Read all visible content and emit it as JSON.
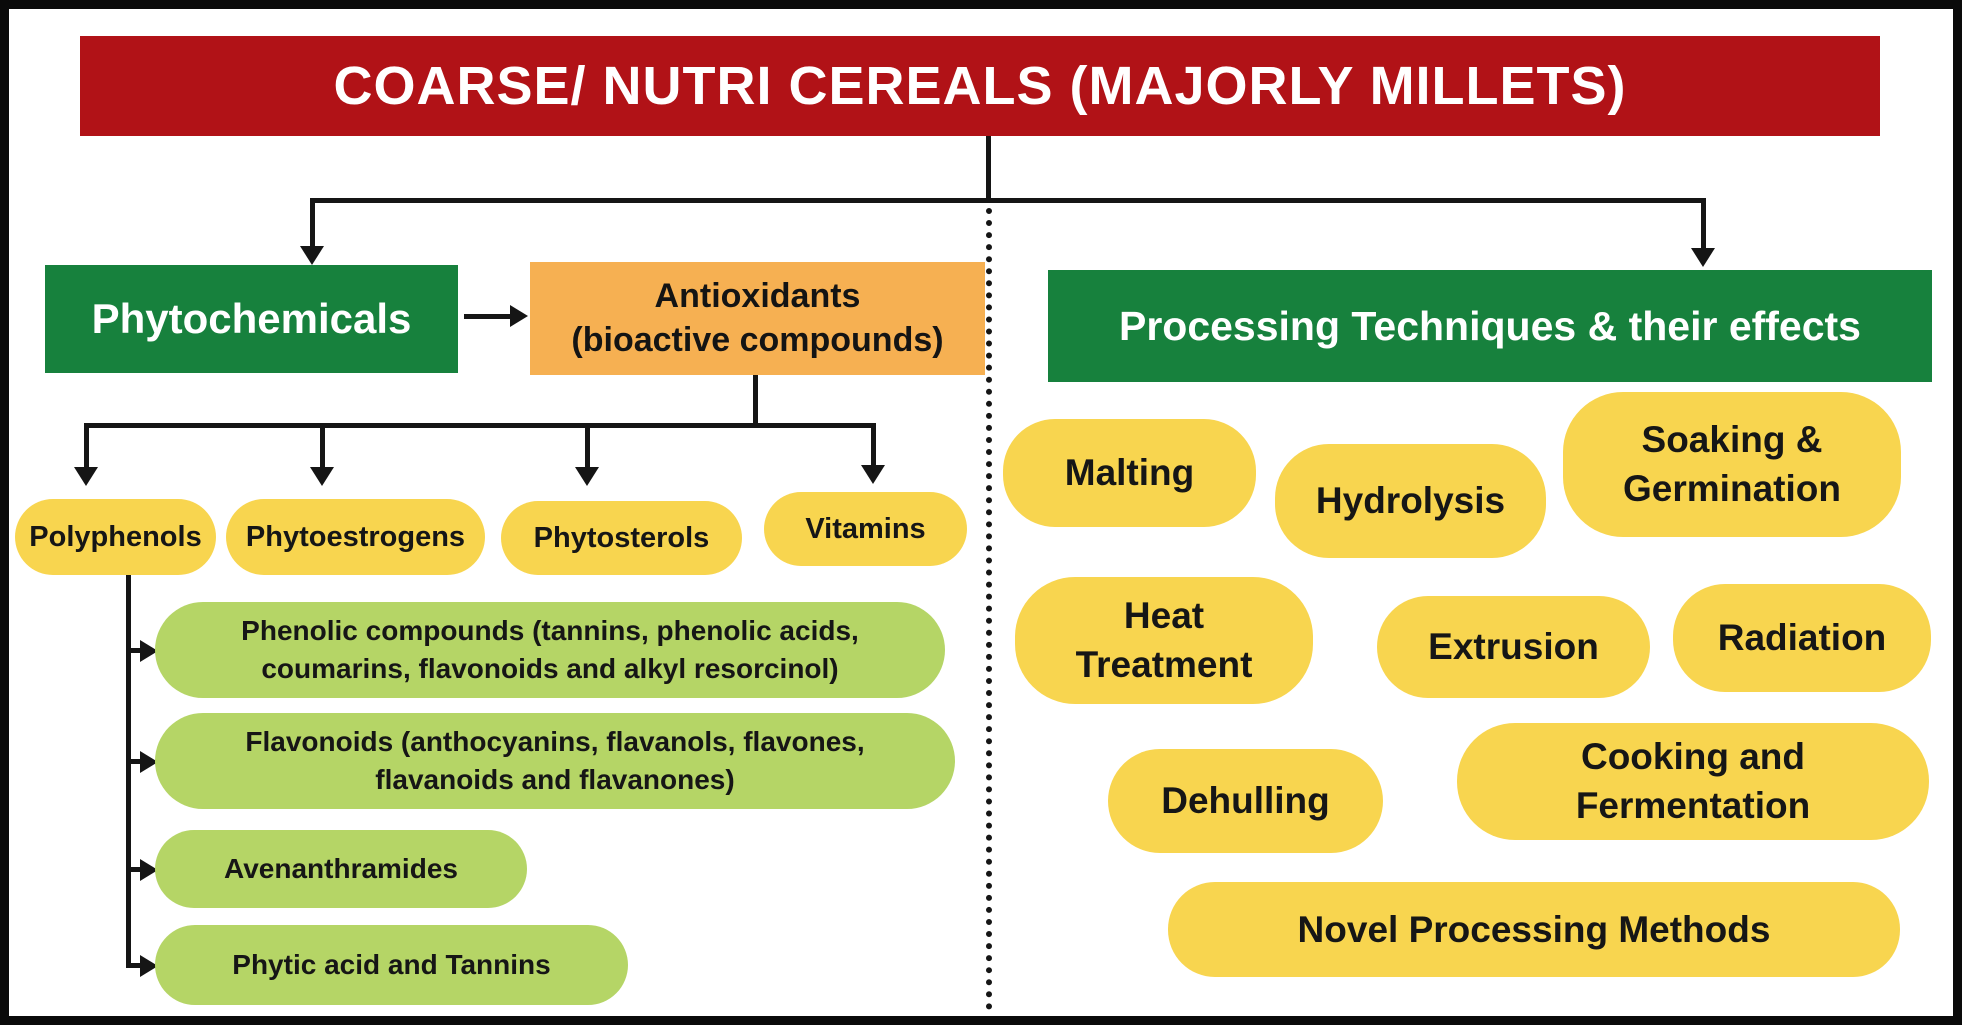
{
  "title": "COARSE/ NUTRI CEREALS (MAJORLY MILLETS)",
  "left_branch": {
    "phytochemicals_label": "Phytochemicals",
    "antioxidants": {
      "line1": "Antioxidants",
      "line2": "(bioactive compounds)"
    },
    "categories": [
      "Polyphenols",
      "Phytoestrogens",
      "Phytosterols",
      "Vitamins"
    ],
    "polyphenol_subtypes": [
      "Phenolic compounds (tannins, phenolic acids, coumarins, flavonoids and alkyl resorcinol)",
      "Flavonoids (anthocyanins, flavanols, flavones, flavanoids and flavanones)",
      "Avenanthramides",
      "Phytic acid and Tannins"
    ]
  },
  "right_branch": {
    "header": "Processing Techniques & their effects",
    "techniques": [
      "Malting",
      "Hydrolysis",
      "Soaking & Germination",
      "Heat Treatment",
      "Extrusion",
      "Radiation",
      "Dehulling",
      "Cooking and Fermentation",
      "Novel Processing Methods"
    ]
  },
  "colors": {
    "title_bg": "#b11217",
    "header_green": "#17813d",
    "antioxidants_orange": "#f6b052",
    "technique_yellow": "#f8d54f",
    "subtype_green": "#b5d566",
    "connector_black": "#151515"
  }
}
